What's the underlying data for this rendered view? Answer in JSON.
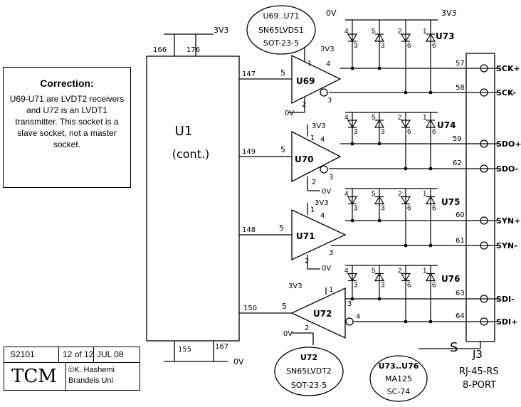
{
  "note": {
    "title": "Correction:",
    "body": "U69-U71 are LVDT2 receivers and U72 is an LVDT1 transmitter. This socket is a slave socket, not a master socket."
  },
  "ic": {
    "name": "U1",
    "sub": "(cont.)",
    "top_pins": [
      "166",
      "176"
    ],
    "top_net": "3V3",
    "bottom_pins": [
      "155",
      "167"
    ],
    "bottom_net": "0V"
  },
  "drivers": [
    {
      "ref": "U69",
      "ic_pin": "147",
      "in_pin": "5",
      "vcc_pin": "1",
      "vcc": "3V3",
      "gnd_pin": "2",
      "gnd": "0V",
      "out_p": "4",
      "out_n": "3",
      "conn_p": "57",
      "conn_n": "58",
      "sig_p": "SCK+",
      "sig_n": "SCK-"
    },
    {
      "ref": "U70",
      "ic_pin": "149",
      "in_pin": "5",
      "vcc_pin": "1",
      "vcc": "3V3",
      "gnd_pin": "2",
      "gnd": "0V",
      "out_p": "4",
      "out_n": "3",
      "conn_p": "59",
      "conn_n": "62",
      "sig_p": "SDO+",
      "sig_n": "SDO-"
    },
    {
      "ref": "U71",
      "ic_pin": "148",
      "in_pin": "5",
      "vcc_pin": "1",
      "vcc": "3V3",
      "gnd_pin": "2",
      "gnd": "0V",
      "out_p": "4",
      "out_n": "3",
      "conn_p": "60",
      "conn_n": "61",
      "sig_p": "SYN+",
      "sig_n": "SYN-"
    },
    {
      "ref": "U72",
      "ic_pin": "150",
      "in_pin": "5",
      "vcc_pin": "1",
      "vcc": "3V3",
      "gnd_pin": "2",
      "gnd": "0V",
      "out_p": "4",
      "out_n": "3",
      "conn_p": "64",
      "conn_n": "63",
      "sig_p": "SDI+",
      "sig_n": "SDI-"
    }
  ],
  "diode_arrays": [
    {
      "ref": "U73",
      "v0": "0V",
      "v3": "3V3",
      "pins": [
        "4",
        "3",
        "5",
        "3",
        "2",
        "6",
        "1",
        "6"
      ]
    },
    {
      "ref": "U74",
      "v0": "0V",
      "v3": "3V3",
      "pins": [
        "4",
        "3",
        "5",
        "3",
        "2",
        "6",
        "1",
        "6"
      ]
    },
    {
      "ref": "U75",
      "v0": "0V",
      "v3": "3V3",
      "pins": [
        "4",
        "3",
        "5",
        "3",
        "2",
        "6",
        "1",
        "6"
      ]
    },
    {
      "ref": "U76",
      "v0": "0V",
      "v3": "3V3",
      "pins": [
        "4",
        "3",
        "5",
        "3",
        "2",
        "6",
        "1",
        "6"
      ]
    }
  ],
  "clouds": [
    {
      "lines": [
        "U69..U71",
        "SN65LVDS1",
        "SOT-23-5"
      ]
    },
    {
      "lines": [
        "U72",
        "SN65LVDT2",
        "SOT-23-5"
      ]
    },
    {
      "lines": [
        "U73..U76",
        "MA125",
        "SC-74"
      ]
    }
  ],
  "connector": {
    "ref": "J3",
    "type": "RJ-45-RS",
    "ports": "8-PORT",
    "shield": "S"
  },
  "title_block": {
    "sheet": "S2101",
    "page": "12 of 12",
    "date": "JUL 08",
    "project": "TCM",
    "author": "©K. Hashemi",
    "org": "Brandeis Uni"
  }
}
